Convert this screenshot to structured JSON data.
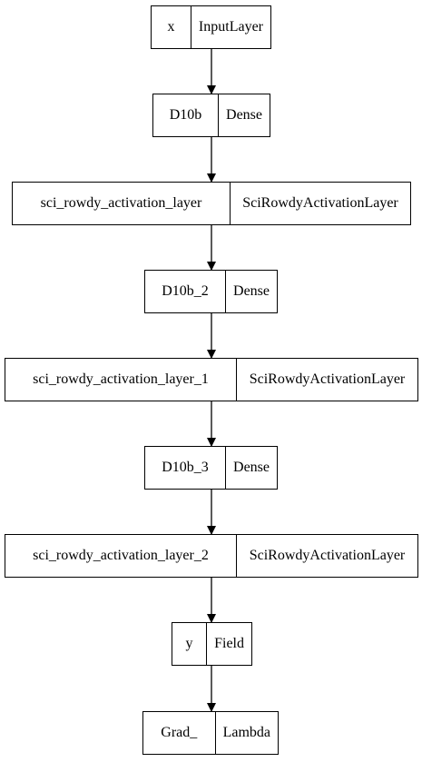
{
  "diagram": {
    "type": "model-graph",
    "nodes": [
      {
        "id": "n0",
        "name": "x",
        "layer_type": "InputLayer"
      },
      {
        "id": "n1",
        "name": "D10b",
        "layer_type": "Dense"
      },
      {
        "id": "n2",
        "name": "sci_rowdy_activation_layer",
        "layer_type": "SciRowdyActivationLayer"
      },
      {
        "id": "n3",
        "name": "D10b_2",
        "layer_type": "Dense"
      },
      {
        "id": "n4",
        "name": "sci_rowdy_activation_layer_1",
        "layer_type": "SciRowdyActivationLayer"
      },
      {
        "id": "n5",
        "name": "D10b_3",
        "layer_type": "Dense"
      },
      {
        "id": "n6",
        "name": "sci_rowdy_activation_layer_2",
        "layer_type": "SciRowdyActivationLayer"
      },
      {
        "id": "n7",
        "name": "y",
        "layer_type": "Field"
      },
      {
        "id": "n8",
        "name": "Grad_",
        "layer_type": "Lambda"
      }
    ],
    "edges": [
      [
        "n0",
        "n1"
      ],
      [
        "n1",
        "n2"
      ],
      [
        "n2",
        "n3"
      ],
      [
        "n3",
        "n4"
      ],
      [
        "n4",
        "n5"
      ],
      [
        "n5",
        "n6"
      ],
      [
        "n6",
        "n7"
      ],
      [
        "n7",
        "n8"
      ]
    ]
  }
}
